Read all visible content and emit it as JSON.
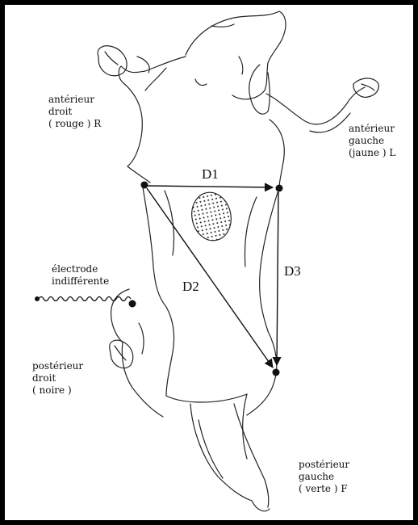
{
  "labels": {
    "ant_right": {
      "l1": "antérieur",
      "l2": "droit",
      "l3": "( rouge ) R"
    },
    "ant_left": {
      "l1": "antérieur",
      "l2": "gauche",
      "l3": "(jaune ) L"
    },
    "electrode": {
      "l1": "électrode",
      "l2": "indifférente"
    },
    "post_right": {
      "l1": "postérieur",
      "l2": "droit",
      "l3": "( noire )"
    },
    "post_left": {
      "l1": "postérieur",
      "l2": "gauche",
      "l3": "( verte ) F"
    }
  },
  "leads": {
    "d1": "D1",
    "d2": "D2",
    "d3": "D3"
  },
  "colors": {
    "ink": "#111111",
    "background": "#ffffff",
    "frame": "#000000"
  }
}
